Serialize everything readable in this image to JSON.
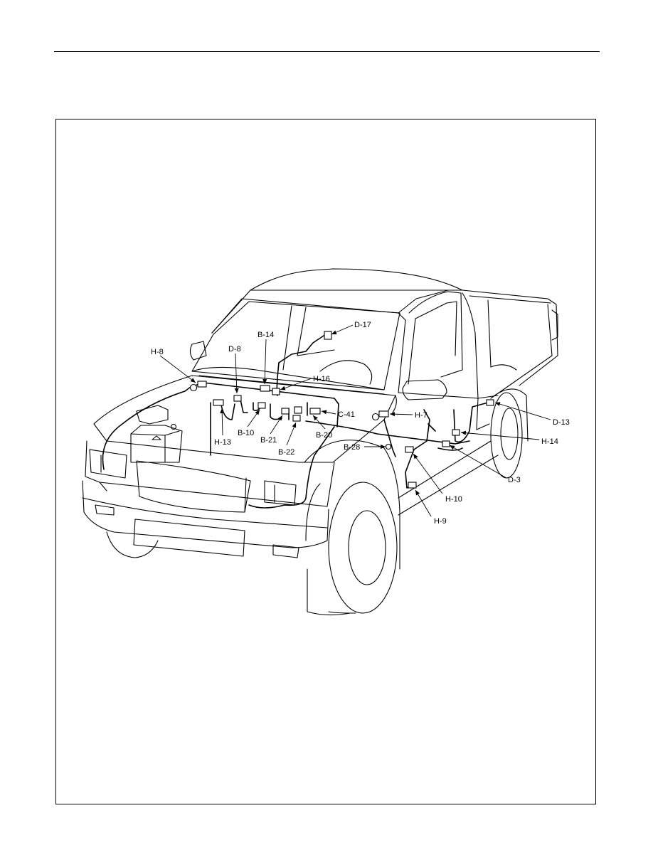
{
  "connectors": [
    {
      "id": "h8",
      "label": "H-8"
    },
    {
      "id": "d8",
      "label": "D-8"
    },
    {
      "id": "b14",
      "label": "B-14"
    },
    {
      "id": "d17",
      "label": "D-17"
    },
    {
      "id": "h16",
      "label": "H-16"
    },
    {
      "id": "c41",
      "label": "C-41"
    },
    {
      "id": "h7",
      "label": "H-7"
    },
    {
      "id": "h13",
      "label": "H-13"
    },
    {
      "id": "b10",
      "label": "B-10"
    },
    {
      "id": "b21",
      "label": "B-21"
    },
    {
      "id": "b22",
      "label": "B-22"
    },
    {
      "id": "b20",
      "label": "B-20"
    },
    {
      "id": "b28",
      "label": "B-28"
    },
    {
      "id": "h10",
      "label": "H-10"
    },
    {
      "id": "h9",
      "label": "H-9"
    },
    {
      "id": "d13",
      "label": "D-13"
    },
    {
      "id": "h14",
      "label": "H-14"
    },
    {
      "id": "d3",
      "label": "D-3"
    }
  ]
}
